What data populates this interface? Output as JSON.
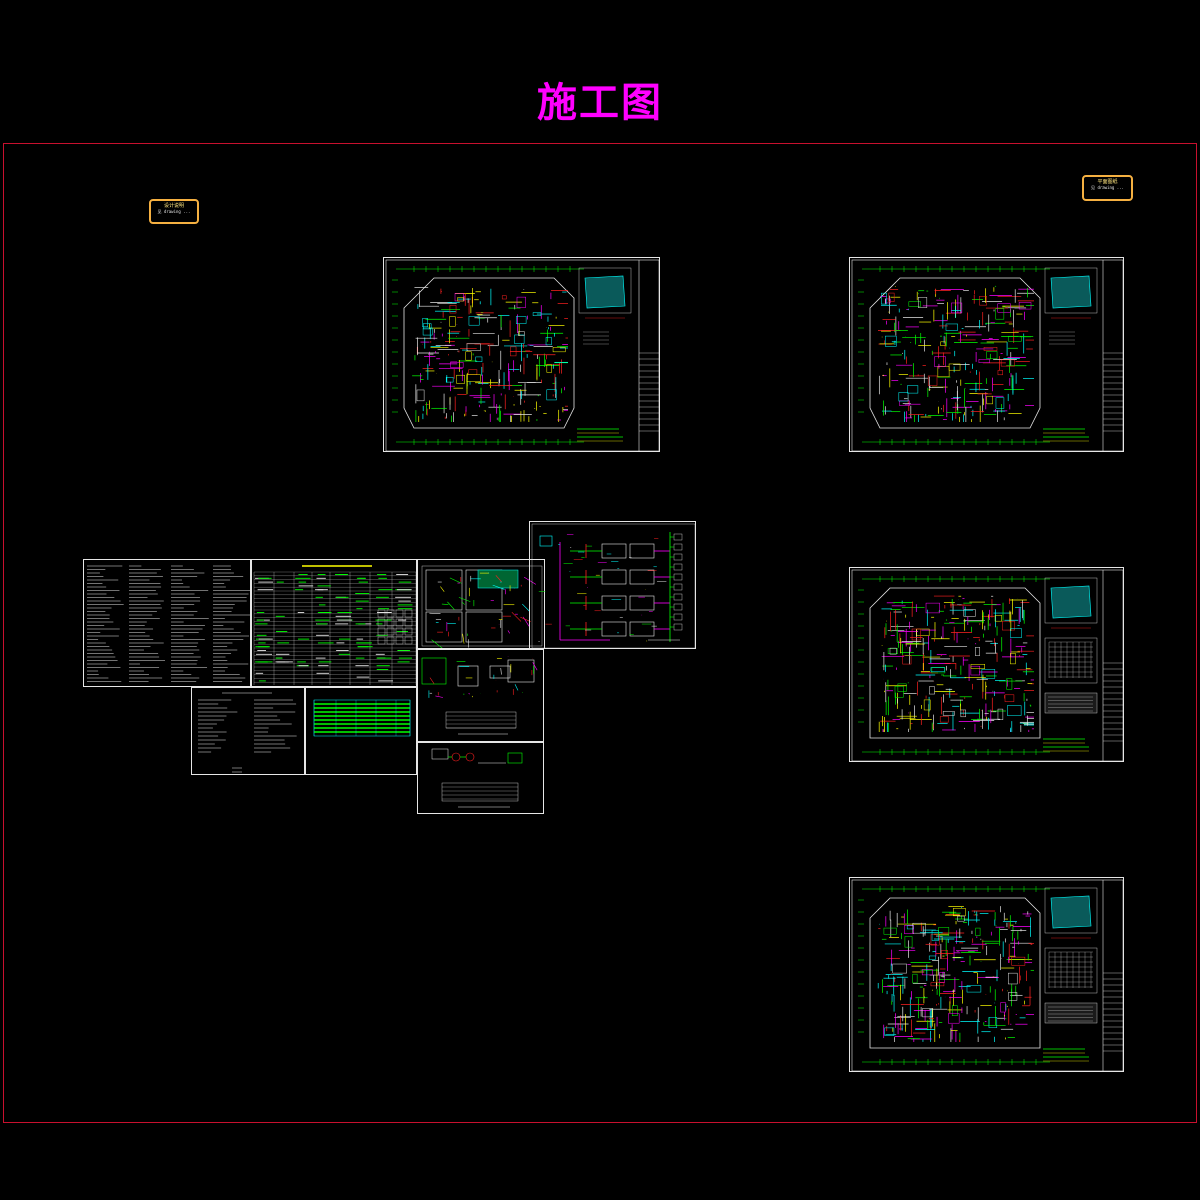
{
  "title": "施工图",
  "colors": {
    "background": "#000000",
    "title": "#ff00ff",
    "frame": "#c8102e",
    "tag_border": "#f5b041",
    "cad_green": "#00ff00",
    "cad_magenta": "#ff00ff",
    "cad_cyan": "#00ffff",
    "cad_yellow": "#ffff00",
    "cad_red": "#ff2020",
    "cad_white": "#e6e6e6"
  },
  "tags": [
    {
      "id": "left",
      "line1": "设计说明",
      "line2": "见 drawing ..."
    },
    {
      "id": "right",
      "line1": "平面图纸",
      "line2": "见 drawing ..."
    }
  ],
  "sheets": [
    {
      "id": "plan-1",
      "kind": "floor-plan"
    },
    {
      "id": "plan-2",
      "kind": "floor-plan"
    },
    {
      "id": "plan-3",
      "kind": "floor-plan"
    },
    {
      "id": "plan-4",
      "kind": "floor-plan"
    },
    {
      "id": "notes",
      "kind": "design-notes"
    },
    {
      "id": "equipment-table",
      "kind": "table"
    },
    {
      "id": "room-diagram",
      "kind": "diagram"
    },
    {
      "id": "system-diagram",
      "kind": "system-diagram"
    },
    {
      "id": "detail-1",
      "kind": "detail"
    },
    {
      "id": "detail-2",
      "kind": "detail"
    },
    {
      "id": "notes-2",
      "kind": "notes"
    },
    {
      "id": "legend-table",
      "kind": "table"
    }
  ]
}
